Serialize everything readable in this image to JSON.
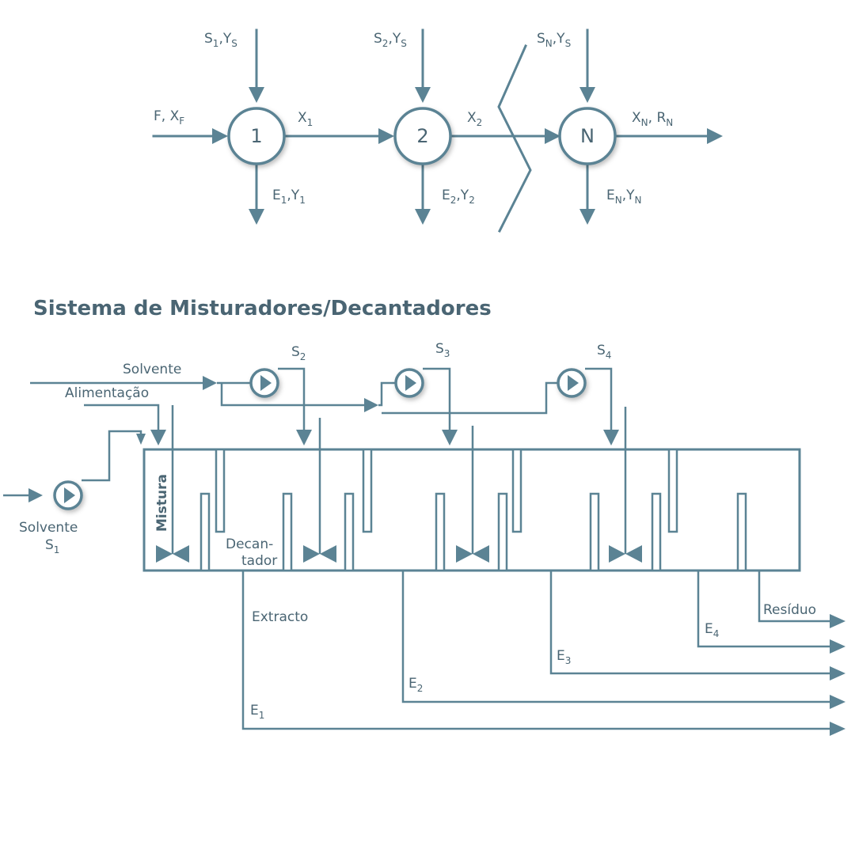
{
  "colors": {
    "line": "#5b8394",
    "text": "#4a6573",
    "background": "#ffffff"
  },
  "top_diagram": {
    "nodes": [
      "1",
      "2",
      "N"
    ],
    "feed": {
      "main": "F, X",
      "sub": "F"
    },
    "solvents": [
      {
        "a": "S",
        "a_sub": "1",
        "b": ",Y",
        "b_sub": "S"
      },
      {
        "a": "S",
        "a_sub": "2",
        "b": ",Y",
        "b_sub": "S"
      },
      {
        "a": "S",
        "a_sub": "N",
        "b": ",Y",
        "b_sub": "S"
      }
    ],
    "raffinates": [
      {
        "a": "X",
        "a_sub": "1"
      },
      {
        "a": "X",
        "a_sub": "2"
      },
      {
        "a": "X",
        "a_sub": "N",
        "b": ", R",
        "b_sub": "N"
      }
    ],
    "extracts": [
      {
        "a": "E",
        "a_sub": "1",
        "b": ",Y",
        "b_sub": "1"
      },
      {
        "a": "E",
        "a_sub": "2",
        "b": ",Y",
        "b_sub": "2"
      },
      {
        "a": "E",
        "a_sub": "N",
        "b": ",Y",
        "b_sub": "N"
      }
    ]
  },
  "bottom_diagram": {
    "title": "Sistema de Misturadores/Decantadores",
    "solvent_label": "Solvente",
    "feed_label": "Alimentação",
    "solvent1_label": "Solvente",
    "solvent1_sub": {
      "a": "S",
      "a_sub": "1"
    },
    "stream_labels": [
      {
        "a": "S",
        "a_sub": "2"
      },
      {
        "a": "S",
        "a_sub": "3"
      },
      {
        "a": "S",
        "a_sub": "4"
      }
    ],
    "mix_label": "Mistura",
    "settler_label_1": "Decan-",
    "settler_label_2": "tador",
    "extract_label": "Extracto",
    "residue_label": "Resíduo",
    "extract_streams": [
      {
        "a": "E",
        "a_sub": "1"
      },
      {
        "a": "E",
        "a_sub": "2"
      },
      {
        "a": "E",
        "a_sub": "3"
      },
      {
        "a": "E",
        "a_sub": "4"
      }
    ]
  }
}
